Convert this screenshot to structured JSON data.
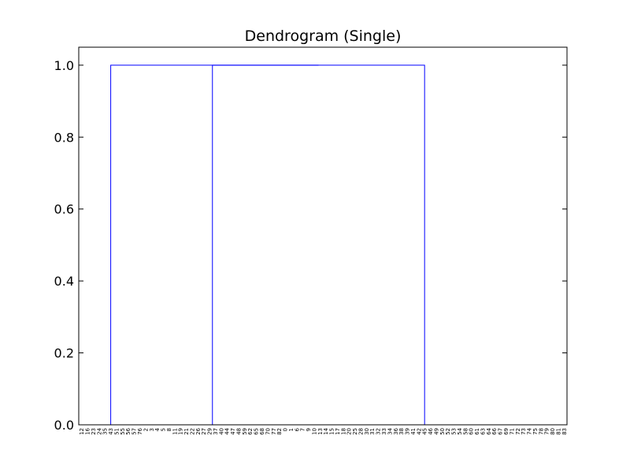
{
  "chart_data": {
    "type": "dendrogram",
    "title": "Dendrogram (Single)",
    "xlabel": "",
    "ylabel": "",
    "ylim": [
      0,
      1.05
    ],
    "yticks": [
      0.0,
      0.2,
      0.4,
      0.6,
      0.8,
      1.0
    ],
    "ytick_labels": [
      "0.0",
      "0.2",
      "0.4",
      "0.6",
      "0.8",
      "1.0"
    ],
    "grid": false,
    "link_color": "#0000ff",
    "leaf_link_color": "#ff0000",
    "leaves": [
      "12",
      "16",
      "23",
      "24",
      "35",
      "43",
      "51",
      "55",
      "56",
      "57",
      "76",
      "2",
      "3",
      "4",
      "5",
      "8",
      "11",
      "19",
      "21",
      "22",
      "26",
      "27",
      "29",
      "37",
      "40",
      "44",
      "47",
      "48",
      "59",
      "62",
      "65",
      "68",
      "70",
      "77",
      "82",
      "0",
      "1",
      "6",
      "7",
      "9",
      "10",
      "13",
      "14",
      "15",
      "17",
      "18",
      "20",
      "25",
      "28",
      "30",
      "31",
      "32",
      "33",
      "34",
      "36",
      "38",
      "39",
      "41",
      "42",
      "45",
      "46",
      "49",
      "50",
      "52",
      "53",
      "54",
      "58",
      "60",
      "61",
      "63",
      "64",
      "66",
      "67",
      "69",
      "71",
      "72",
      "73",
      "74",
      "75",
      "78",
      "79",
      "80",
      "81",
      "83"
    ],
    "clusters": [
      {
        "start": 0,
        "end": 10,
        "height": 0.0
      },
      {
        "start": 11,
        "end": 34,
        "height": 0.0
      },
      {
        "start": 35,
        "end": 83,
        "height": 0.0
      }
    ],
    "merges": [
      {
        "left": "c1",
        "right": "c2",
        "height": 1.0
      },
      {
        "left": "c0",
        "right": "m0",
        "height": 1.0
      }
    ]
  }
}
